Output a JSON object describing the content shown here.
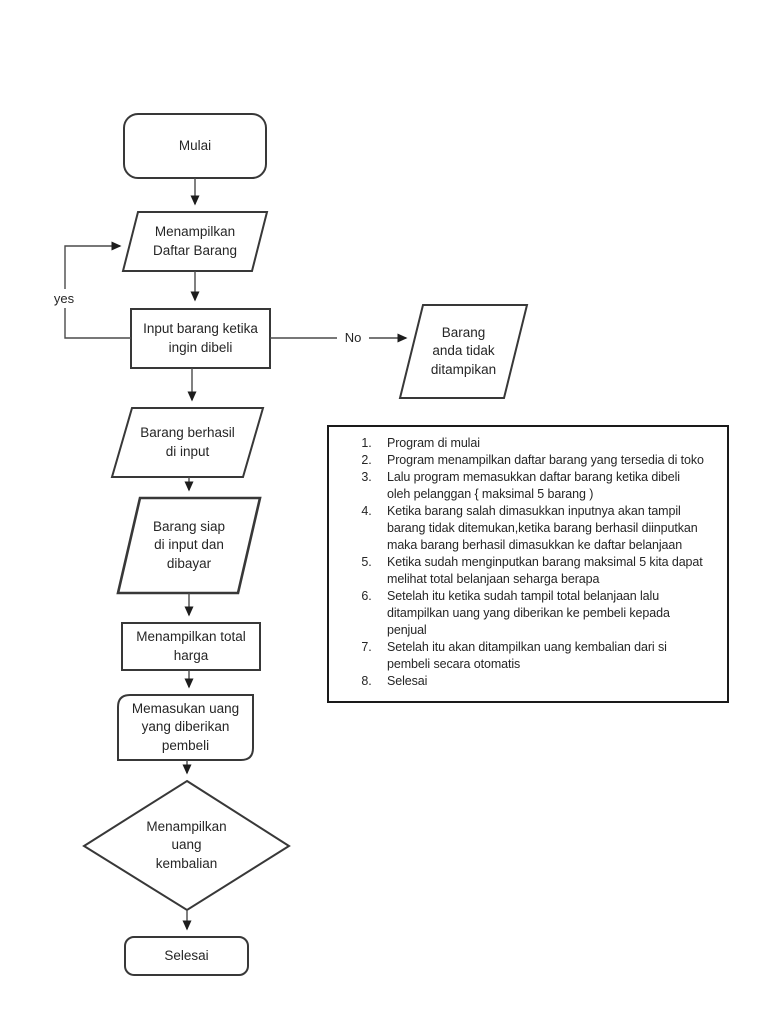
{
  "colors": {
    "stroke": "#383838",
    "edge": "#4a4a4a",
    "text": "#262626",
    "background": "#ffffff"
  },
  "flowchart": {
    "nodes": {
      "start": "Mulai",
      "display_list": "Menampilkan\nDaftar Barang",
      "input_item": "Input barang ketika\ningin dibeli",
      "not_displayed": "Barang\nanda tidak\nditampikan",
      "input_success": "Barang berhasil\ndi input",
      "ready_pay": "Barang siap\ndi input dan\ndibayar",
      "total_price": "Menampilkan total\nharga",
      "insert_money": "Memasukan uang\nyang diberikan\npembeli",
      "show_change": "Menampilkan\nuang\nkembalian",
      "end": "Selesai"
    },
    "edge_labels": {
      "yes": "yes",
      "no": "No"
    }
  },
  "notes": {
    "items": [
      "Program di mulai",
      "Program menampilkan daftar barang yang tersedia di toko",
      "Lalu program memasukkan daftar barang ketika dibeli\noleh pelanggan { maksimal 5 barang )",
      "Ketika barang salah dimasukkan inputnya akan tampil\nbarang tidak ditemukan,ketika barang berhasil diinputkan\nmaka barang berhasil dimasukkan ke daftar belanjaan",
      "Ketika sudah menginputkan barang maksimal 5 kita dapat\nmelihat total belanjaan seharga berapa",
      "Setelah itu ketika sudah tampil total belanjaan lalu\nditampilkan uang yang diberikan ke pembeli kepada\npenjual",
      "Setelah itu akan ditampilkan uang kembalian dari si\npembeli secara otomatis",
      "Selesai"
    ]
  }
}
